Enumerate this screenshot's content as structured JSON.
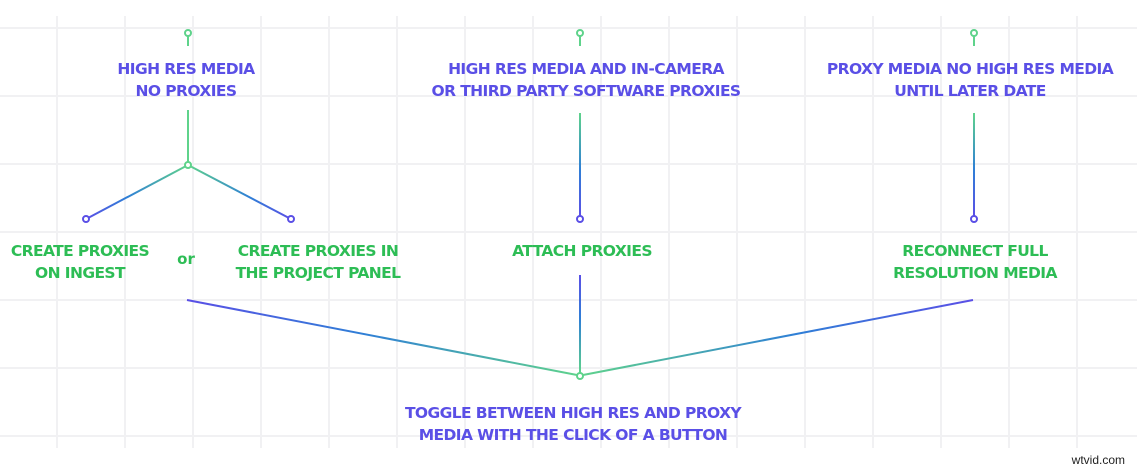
{
  "colors": {
    "purple": "#5a4fe6",
    "green": "#2dbd55",
    "wire_green": "#5fd38b",
    "wire_purple": "#5a4fe6",
    "wire_blue": "#2f7fd6",
    "grid": "#f1f1f3"
  },
  "top_nodes": [
    {
      "id": "high-res-no-proxies",
      "lines": [
        "HIGH RES MEDIA",
        "NO PROXIES"
      ]
    },
    {
      "id": "high-res-camera-proxies",
      "lines": [
        "HIGH RES MEDIA AND IN-CAMERA",
        "OR THIRD PARTY SOFTWARE PROXIES"
      ]
    },
    {
      "id": "proxy-media-only",
      "lines": [
        "PROXY MEDIA NO HIGH RES MEDIA",
        "UNTIL LATER DATE"
      ]
    }
  ],
  "middle_nodes": [
    {
      "id": "create-proxies-ingest",
      "lines": [
        "CREATE PROXIES",
        "ON INGEST"
      ]
    },
    {
      "id": "create-proxies-panel",
      "lines": [
        "CREATE PROXIES IN",
        "THE PROJECT PANEL"
      ]
    },
    {
      "id": "attach-proxies",
      "lines": [
        "ATTACH PROXIES"
      ]
    },
    {
      "id": "reconnect-full-res",
      "lines": [
        "RECONNECT FULL",
        "RESOLUTION MEDIA"
      ]
    }
  ],
  "or_label": "or",
  "bottom_node": {
    "id": "toggle",
    "lines": [
      "TOGGLE BETWEEN HIGH RES AND PROXY",
      "MEDIA WITH THE CLICK OF A BUTTON"
    ]
  },
  "watermark": "wtvid.com"
}
